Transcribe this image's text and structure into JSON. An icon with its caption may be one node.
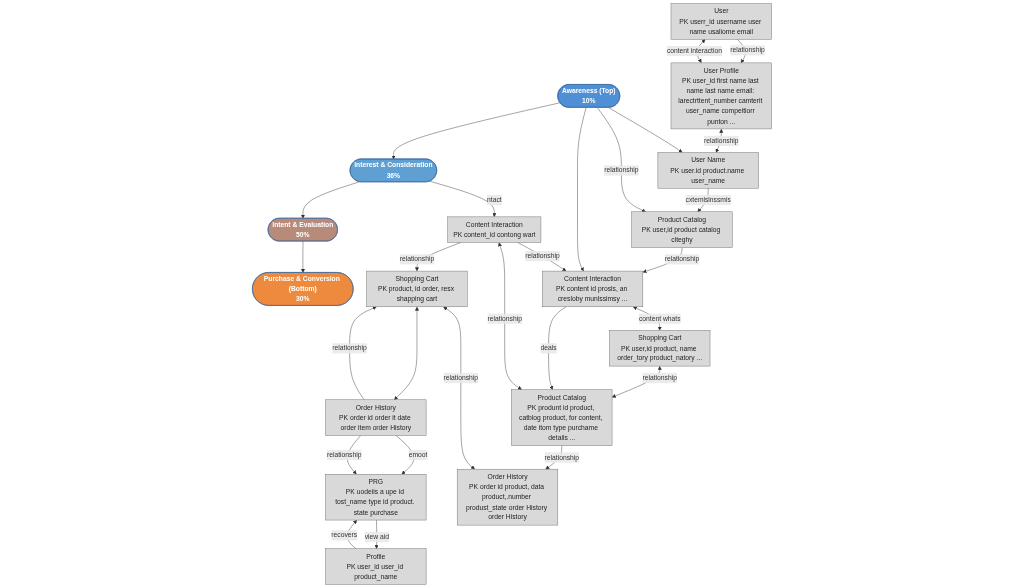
{
  "diagram": {
    "nodes": [
      {
        "text": [
          "User Profile",
          "PK user_id first name last name last name email: larectrttent_number camterit user_name compeitiorr punton ..."
        ]
      },
      {
        "text": [
          "User Name",
          "PK user.id product.name user_name"
        ]
      },
      {
        "text": [
          "Product Catalog",
          "PK user,id product catalog citeghy"
        ]
      },
      {
        "text": [
          "Content Interaction",
          "PK content id prosls, an cresloby munlssimsy ..."
        ]
      },
      {
        "text": [
          "Shopping Cart",
          "PK user,id product, name order_tory product_natory ..."
        ]
      },
      {
        "text": [
          "Product Catalog",
          "PK produnt id product, catblog product, for content, date itom type purchame details ..."
        ]
      },
      {
        "text": [
          "User",
          "PK userr_id username user name usaliome email"
        ]
      },
      {
        "text": [
          "Content Interaction",
          "PK content_id contong wart"
        ]
      },
      {
        "text": [
          "Shopping Cart",
          "PK product, id order, resx shapping cart"
        ]
      },
      {
        "text": [
          "Order History",
          "PK order id product, data product,.number produst_state order History order History"
        ]
      },
      {
        "text": [
          "Profile",
          "PK user_id user_id product_name"
        ]
      },
      {
        "text": [
          "PRG",
          "PK uodeiis a upe id tost_name type id product. state purchase"
        ]
      },
      {
        "text": [
          "Order History",
          "PK order id order it date order item order History"
        ]
      },
      {
        "text": [
          "Awareness (Top)",
          "10%"
        ]
      },
      {
        "text": [
          "Interest & Consideration",
          "36%"
        ]
      },
      {
        "text": [
          "Intent & Evaluation",
          "50%"
        ]
      },
      {
        "text": [
          "Purchase & Conversion (Bottom)",
          "30%"
        ]
      }
    ],
    "edges": [
      {
        "from": 0,
        "to": 1,
        "arrow": "both",
        "label": "relationship"
      },
      {
        "from": 1,
        "to": 2,
        "arrow": "to",
        "label": "cxtemlslnssmis"
      },
      {
        "from": 2,
        "to": 3,
        "arrow": "to",
        "label": "relationship"
      },
      {
        "from": 3,
        "to": 4,
        "arrow": "both",
        "label": "content whats"
      },
      {
        "from": 3,
        "to": 5,
        "arrow": "to",
        "label": "deals"
      },
      {
        "from": 4,
        "to": 5,
        "arrow": "both",
        "label": "relationship"
      },
      {
        "from": 5,
        "to": 9,
        "arrow": "to",
        "label": "relationship"
      },
      {
        "from": 6,
        "to": 0,
        "arrow": "to",
        "label": "relationship"
      },
      {
        "from": 0,
        "to": 6,
        "arrow": "both",
        "label": "content interaction"
      },
      {
        "from": 13,
        "to": 1,
        "arrow": "to"
      },
      {
        "from": 13,
        "to": 2,
        "arrow": "to",
        "label": "relationship"
      },
      {
        "from": 13,
        "to": 3,
        "arrow": "to"
      },
      {
        "from": 7,
        "to": 3,
        "arrow": "to",
        "label": "relationship"
      },
      {
        "from": 14,
        "to": 7,
        "arrow": "to",
        "label": "ntact"
      },
      {
        "from": 7,
        "to": 5,
        "arrow": "both",
        "label": "relationship"
      },
      {
        "from": 7,
        "to": 8,
        "arrow": "to",
        "label": "relationship"
      },
      {
        "from": 8,
        "to": 9,
        "arrow": "both",
        "label": "relationship"
      },
      {
        "from": 12,
        "to": 8,
        "arrow": "to",
        "label": "relationship"
      },
      {
        "from": 8,
        "to": 12,
        "arrow": "both"
      },
      {
        "from": 12,
        "to": 11,
        "arrow": "to",
        "label": "emoot"
      },
      {
        "from": 12,
        "to": 11,
        "arrow": "to",
        "label": "relationship"
      },
      {
        "from": 10,
        "to": 11,
        "arrow": "to",
        "label": "recovers"
      },
      {
        "from": 11,
        "to": 10,
        "arrow": "to",
        "label": "view aid"
      },
      {
        "from": 13,
        "to": 14,
        "arrow": "to"
      },
      {
        "from": 14,
        "to": 15,
        "arrow": "to"
      },
      {
        "from": 15,
        "to": 16,
        "arrow": "to"
      }
    ]
  }
}
